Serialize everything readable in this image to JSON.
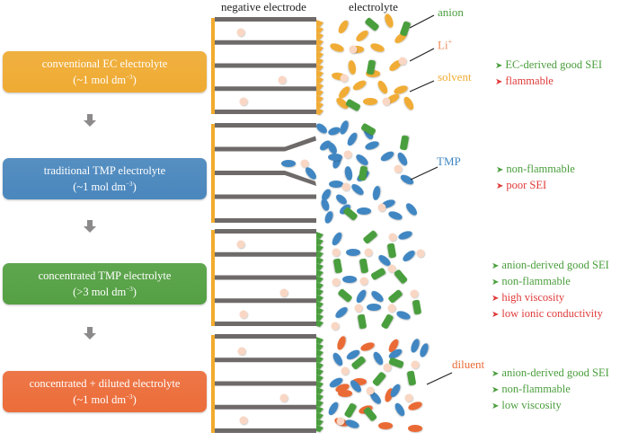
{
  "headers": {
    "negative_electrode": "negative electrode",
    "electrolyte": "electrolyte"
  },
  "colors": {
    "orange_solvent": "#f0ac34",
    "anion_green": "#4a9e3c",
    "tmp_blue": "#3f86c2",
    "diluent_orange": "#ea6a35",
    "li_ion": "#f9d7c4",
    "graphite": "#6f6a6a",
    "collector": "#f2ab2e",
    "good_text": "#4a9e3c",
    "bad_text": "#e03a3a"
  },
  "legend": {
    "anion": "anion",
    "li": "Li",
    "li_sup": "+",
    "solvent": "solvent",
    "tmp": "TMP",
    "diluent": "diluent"
  },
  "stages": [
    {
      "title": "conventional EC electrolyte",
      "concentration_prefix": "(~1 mol dm",
      "concentration_exp": "−3",
      "concentration_suffix": ")",
      "color": "#efab33",
      "properties": [
        {
          "text": "EC-derived good SEI",
          "kind": "good"
        },
        {
          "text": "flammable",
          "kind": "bad"
        }
      ]
    },
    {
      "title": "traditional TMP electrolyte",
      "concentration_prefix": "(~1 mol dm",
      "concentration_exp": "−3",
      "concentration_suffix": ")",
      "color": "#4a87bd",
      "properties": [
        {
          "text": "non-flammable",
          "kind": "good"
        },
        {
          "text": "poor SEI",
          "kind": "bad"
        }
      ]
    },
    {
      "title": "concentrated TMP electrolyte",
      "concentration_prefix": "(>3 mol dm",
      "concentration_exp": "−3",
      "concentration_suffix": ")",
      "color": "#54a043",
      "properties": [
        {
          "text": "anion-derived good SEI",
          "kind": "good"
        },
        {
          "text": "non-flammable",
          "kind": "good"
        },
        {
          "text": "high viscosity",
          "kind": "bad"
        },
        {
          "text": "low ionic conductivity",
          "kind": "bad"
        }
      ]
    },
    {
      "title": "concentrated + diluted electrolyte",
      "concentration_prefix": "(~1 mol dm",
      "concentration_exp": "−3",
      "concentration_suffix": ")",
      "color": "#ec6d3a",
      "properties": [
        {
          "text": "anion-derived good SEI",
          "kind": "good"
        },
        {
          "text": "non-flammable",
          "kind": "good"
        },
        {
          "text": "low viscosity",
          "kind": "good"
        }
      ]
    }
  ],
  "arrow_mark": "➤"
}
